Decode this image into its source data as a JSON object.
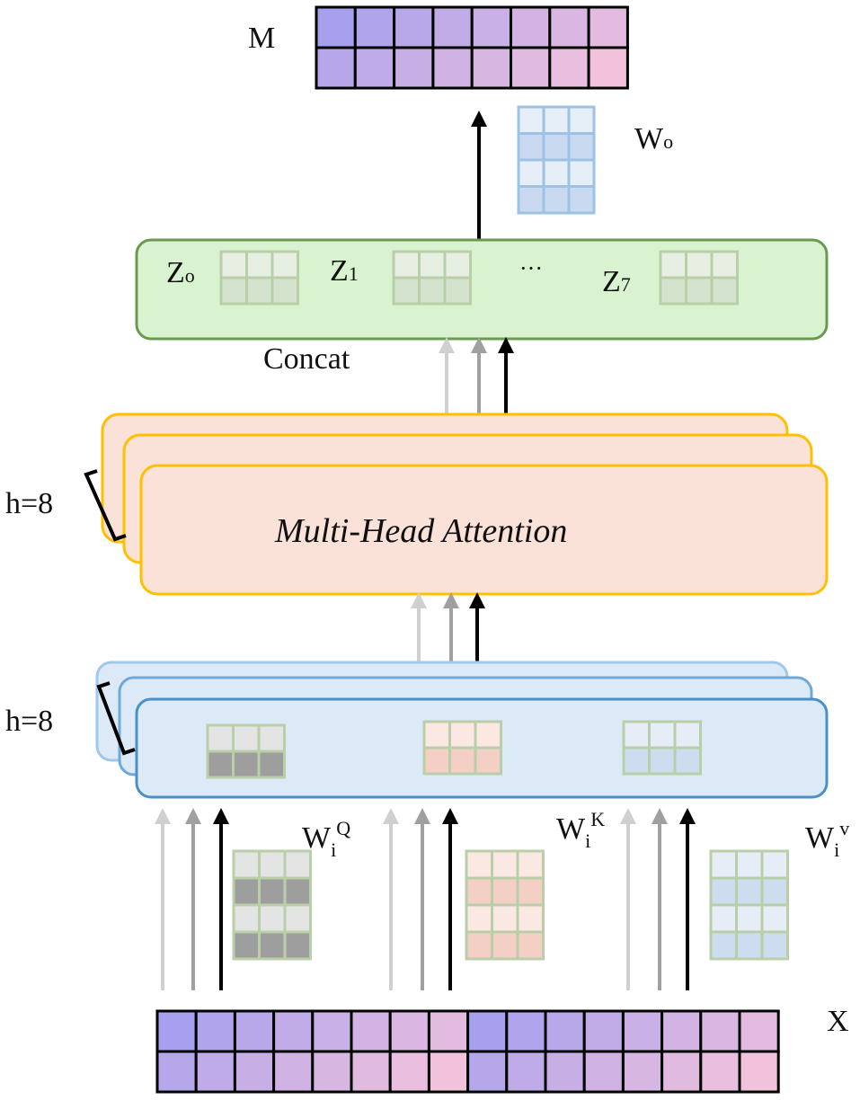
{
  "labels": {
    "output": "M",
    "input": "X",
    "concat": "Concat",
    "attention": "Multi-Head Attention",
    "heads_attention": "h=8",
    "heads_projection": "h=8",
    "ellipsis": "···"
  },
  "weights": {
    "wo": {
      "base": "W",
      "sub": "o"
    },
    "wq": {
      "base": "W",
      "sub": "i",
      "sup": "Q"
    },
    "wk": {
      "base": "W",
      "sub": "i",
      "sup": "K"
    },
    "wv": {
      "base": "W",
      "sub": "i",
      "sup": "v"
    }
  },
  "z_heads": [
    {
      "base": "Z",
      "sub": "o"
    },
    {
      "base": "Z",
      "sub": "1"
    },
    {
      "base": "Z",
      "sub": "7"
    }
  ],
  "colors": {
    "concat_fill": "#d9f2d0",
    "concat_stroke": "#6a9a52",
    "attention_fill": "#fbe2d8",
    "attention_stroke": "#ffc000",
    "projection_fill": "#dce9f6",
    "projection_stroke": "#4a90c8",
    "matrix_green": "#b9cfa8",
    "wo_blue": "#9cc3e6",
    "token_purple_start": "#a7a0ee",
    "token_pink_end": "#f2c2dc",
    "arrow_light": "#d0d0d0",
    "arrow_mid": "#a0a0a0",
    "arrow_dark": "#000000"
  }
}
